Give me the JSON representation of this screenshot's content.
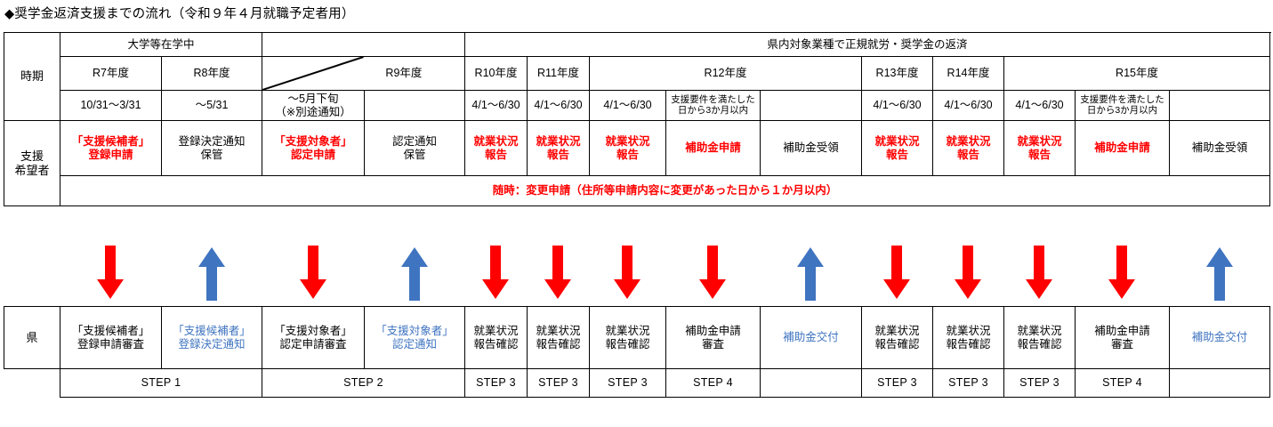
{
  "title": "◆奨学金返済支援までの流れ（令和９年４月就職予定者用）",
  "colors": {
    "red": "#ff0000",
    "blue": "#3f74c0",
    "black": "#000000",
    "border": "#000000",
    "background": "#ffffff"
  },
  "top_table": {
    "row_label_period": "時期",
    "row_label_applicant": "支援\n希望者",
    "phase_bands": [
      {
        "label": "大学等在学中",
        "span": 2
      },
      {
        "label": "",
        "span": 2
      },
      {
        "label": "県内対象業種で正規就労・奨学金の返済",
        "span": 11
      }
    ],
    "fiscal_years": [
      {
        "label": "R7年度",
        "span": 1
      },
      {
        "label": "R8年度",
        "span": 1
      },
      {
        "label": "R9年度",
        "span": 2,
        "slash": true
      },
      {
        "label": "R10年度",
        "span": 1
      },
      {
        "label": "R11年度",
        "span": 1
      },
      {
        "label": "R12年度",
        "span": 3
      },
      {
        "label": "R13年度",
        "span": 1
      },
      {
        "label": "R14年度",
        "span": 1
      },
      {
        "label": "R15年度",
        "span": 3
      }
    ],
    "dates": [
      {
        "text": "10/31～3/31",
        "small": false
      },
      {
        "text": "～5/31",
        "small": false
      },
      {
        "text": "～5月下旬\n（※別途通知）",
        "small": false
      },
      {
        "text": "",
        "small": false
      },
      {
        "text": "4/1～6/30",
        "small": false
      },
      {
        "text": "4/1～6/30",
        "small": false
      },
      {
        "text": "4/1～6/30",
        "small": false
      },
      {
        "text": "支援要件を満たした\n日から3か月以内",
        "small": true
      },
      {
        "text": "",
        "small": false
      },
      {
        "text": "4/1～6/30",
        "small": false
      },
      {
        "text": "4/1～6/30",
        "small": false
      },
      {
        "text": "4/1～6/30",
        "small": false
      },
      {
        "text": "支援要件を満たした\n日から3か月以内",
        "small": true
      },
      {
        "text": "",
        "small": false
      }
    ],
    "applicant_actions": [
      {
        "text": "「支援候補者」\n登録申請",
        "color": "red"
      },
      {
        "text": "登録決定通知\n保管",
        "color": "black"
      },
      {
        "text": "「支援対象者」\n認定申請",
        "color": "red"
      },
      {
        "text": "認定通知\n保管",
        "color": "black"
      },
      {
        "text": "就業状況\n報告",
        "color": "red"
      },
      {
        "text": "就業状況\n報告",
        "color": "red"
      },
      {
        "text": "就業状況\n報告",
        "color": "red"
      },
      {
        "text": "補助金申請",
        "color": "red"
      },
      {
        "text": "補助金受領",
        "color": "black"
      },
      {
        "text": "就業状況\n報告",
        "color": "red"
      },
      {
        "text": "就業状況\n報告",
        "color": "red"
      },
      {
        "text": "就業状況\n報告",
        "color": "red"
      },
      {
        "text": "補助金申請",
        "color": "red"
      },
      {
        "text": "補助金受領",
        "color": "black"
      }
    ],
    "note_row": "随時：変更申請（住所等申請内容に変更があった日から１か月以内）"
  },
  "arrows": [
    {
      "column": 1,
      "direction": "down",
      "color": "red"
    },
    {
      "column": 2,
      "direction": "up",
      "color": "blue"
    },
    {
      "column": 3,
      "direction": "down",
      "color": "red"
    },
    {
      "column": 4,
      "direction": "up",
      "color": "blue"
    },
    {
      "column": 5,
      "direction": "down",
      "color": "red"
    },
    {
      "column": 6,
      "direction": "down",
      "color": "red"
    },
    {
      "column": 7,
      "direction": "down",
      "color": "red"
    },
    {
      "column": 8,
      "direction": "down",
      "color": "red"
    },
    {
      "column": 9,
      "direction": "up",
      "color": "blue"
    },
    {
      "column": 10,
      "direction": "down",
      "color": "red"
    },
    {
      "column": 11,
      "direction": "down",
      "color": "red"
    },
    {
      "column": 12,
      "direction": "down",
      "color": "red"
    },
    {
      "column": 13,
      "direction": "down",
      "color": "red"
    },
    {
      "column": 14,
      "direction": "up",
      "color": "blue"
    }
  ],
  "bottom_table": {
    "row_label_pref": "県",
    "pref_actions": [
      {
        "text": "「支援候補者」\n登録申請審査",
        "color": "black"
      },
      {
        "text": "「支援候補者」\n登録決定通知",
        "color": "blue"
      },
      {
        "text": "「支援対象者」\n認定申請審査",
        "color": "black"
      },
      {
        "text": "「支援対象者」\n認定通知",
        "color": "blue"
      },
      {
        "text": "就業状況\n報告確認",
        "color": "black"
      },
      {
        "text": "就業状況\n報告確認",
        "color": "black"
      },
      {
        "text": "就業状況\n報告確認",
        "color": "black"
      },
      {
        "text": "補助金申請\n審査",
        "color": "black"
      },
      {
        "text": "補助金交付",
        "color": "blue"
      },
      {
        "text": "就業状況\n報告確認",
        "color": "black"
      },
      {
        "text": "就業状況\n報告確認",
        "color": "black"
      },
      {
        "text": "就業状況\n報告確認",
        "color": "black"
      },
      {
        "text": "補助金申請\n審査",
        "color": "black"
      },
      {
        "text": "補助金交付",
        "color": "blue"
      }
    ],
    "steps": [
      {
        "label": "STEP 1",
        "span": 2
      },
      {
        "label": "STEP 2",
        "span": 2
      },
      {
        "label": "STEP 3",
        "span": 1
      },
      {
        "label": "STEP 3",
        "span": 1
      },
      {
        "label": "STEP 3",
        "span": 1
      },
      {
        "label": "STEP 4",
        "span": 1
      },
      {
        "label": "",
        "span": 1
      },
      {
        "label": "STEP 3",
        "span": 1
      },
      {
        "label": "STEP 3",
        "span": 1
      },
      {
        "label": "STEP 3",
        "span": 1
      },
      {
        "label": "STEP 4",
        "span": 1
      },
      {
        "label": "",
        "span": 1
      }
    ]
  },
  "layout": {
    "col_edges": [
      0,
      63,
      177,
      290,
      405,
      518,
      588,
      658,
      744,
      850,
      964,
      1044,
      1124,
      1204,
      1310,
      1423
    ]
  }
}
